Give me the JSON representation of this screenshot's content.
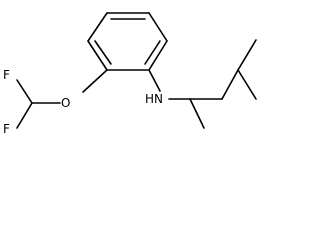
{
  "molecule": {
    "atoms": {
      "f_top": "F",
      "f_bottom": "F",
      "oxygen": "O",
      "amine": "HN"
    }
  },
  "colors": {
    "bond": "#000000",
    "label": "#000000",
    "background": "#ffffff"
  }
}
